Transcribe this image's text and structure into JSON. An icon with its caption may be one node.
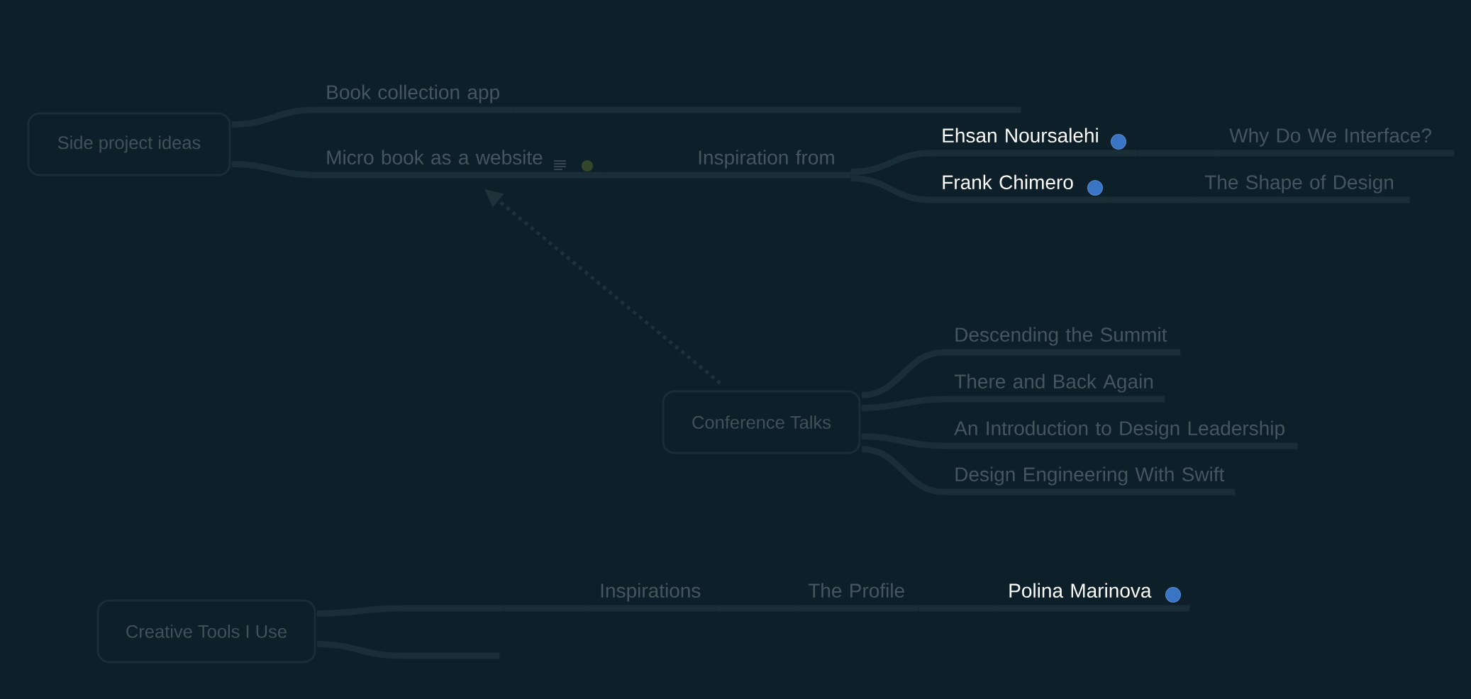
{
  "diagram": {
    "nodes": [
      {
        "text": [
          "Side project ideas"
        ]
      },
      {
        "text": [
          "Book collection app"
        ]
      },
      {
        "text": [],
        "shape": "line"
      },
      {
        "text": [
          "Micro book as a website"
        ]
      },
      {
        "text": [
          "Inspiration from"
        ]
      },
      {
        "text": [
          "Ehsan Noursalehi"
        ]
      },
      {
        "text": [
          "Why Do We Interface?"
        ]
      },
      {
        "text": [
          "Frank Chimero"
        ]
      },
      {
        "text": [
          "The Shape of Design"
        ]
      },
      {
        "text": [
          "Conference Talks"
        ]
      },
      {
        "text": [
          "Descending the Summit"
        ]
      },
      {
        "text": [
          "There and Back Again"
        ]
      },
      {
        "text": [
          "An Introduction to Design Leadership"
        ]
      },
      {
        "text": [
          "Design Engineering With Swift"
        ]
      },
      {
        "text": [
          "Creative Tools I Use"
        ]
      },
      {
        "text": [],
        "shape": "line"
      },
      {
        "text": [
          "Inspirations"
        ]
      },
      {
        "text": [
          "The Profile"
        ]
      },
      {
        "text": [
          "Polina Marinova"
        ]
      },
      {
        "text": [],
        "shape": "line"
      }
    ],
    "edges": [
      {
        "from": 0,
        "to": 1,
        "arrow": "none"
      },
      {
        "from": 1,
        "to": 2,
        "arrow": "none"
      },
      {
        "from": 0,
        "to": 3,
        "arrow": "none"
      },
      {
        "from": 3,
        "to": 4,
        "arrow": "none"
      },
      {
        "from": 4,
        "to": 5,
        "arrow": "none"
      },
      {
        "from": 5,
        "to": 6,
        "arrow": "none"
      },
      {
        "from": 4,
        "to": 7,
        "arrow": "none"
      },
      {
        "from": 7,
        "to": 8,
        "arrow": "none"
      },
      {
        "from": 9,
        "to": 3,
        "arrow": "to",
        "style": "dashed",
        "color": "#1e323a"
      },
      {
        "from": 9,
        "to": 10,
        "arrow": "none"
      },
      {
        "from": 9,
        "to": 11,
        "arrow": "none"
      },
      {
        "from": 9,
        "to": 12,
        "arrow": "none"
      },
      {
        "from": 9,
        "to": 13,
        "arrow": "none"
      },
      {
        "from": 14,
        "to": 15,
        "arrow": "none"
      },
      {
        "from": 15,
        "to": 16,
        "arrow": "none"
      },
      {
        "from": 16,
        "to": 17,
        "arrow": "none"
      },
      {
        "from": 17,
        "to": 18,
        "arrow": "none"
      },
      {
        "from": 14,
        "to": 19,
        "arrow": "none"
      }
    ]
  }
}
